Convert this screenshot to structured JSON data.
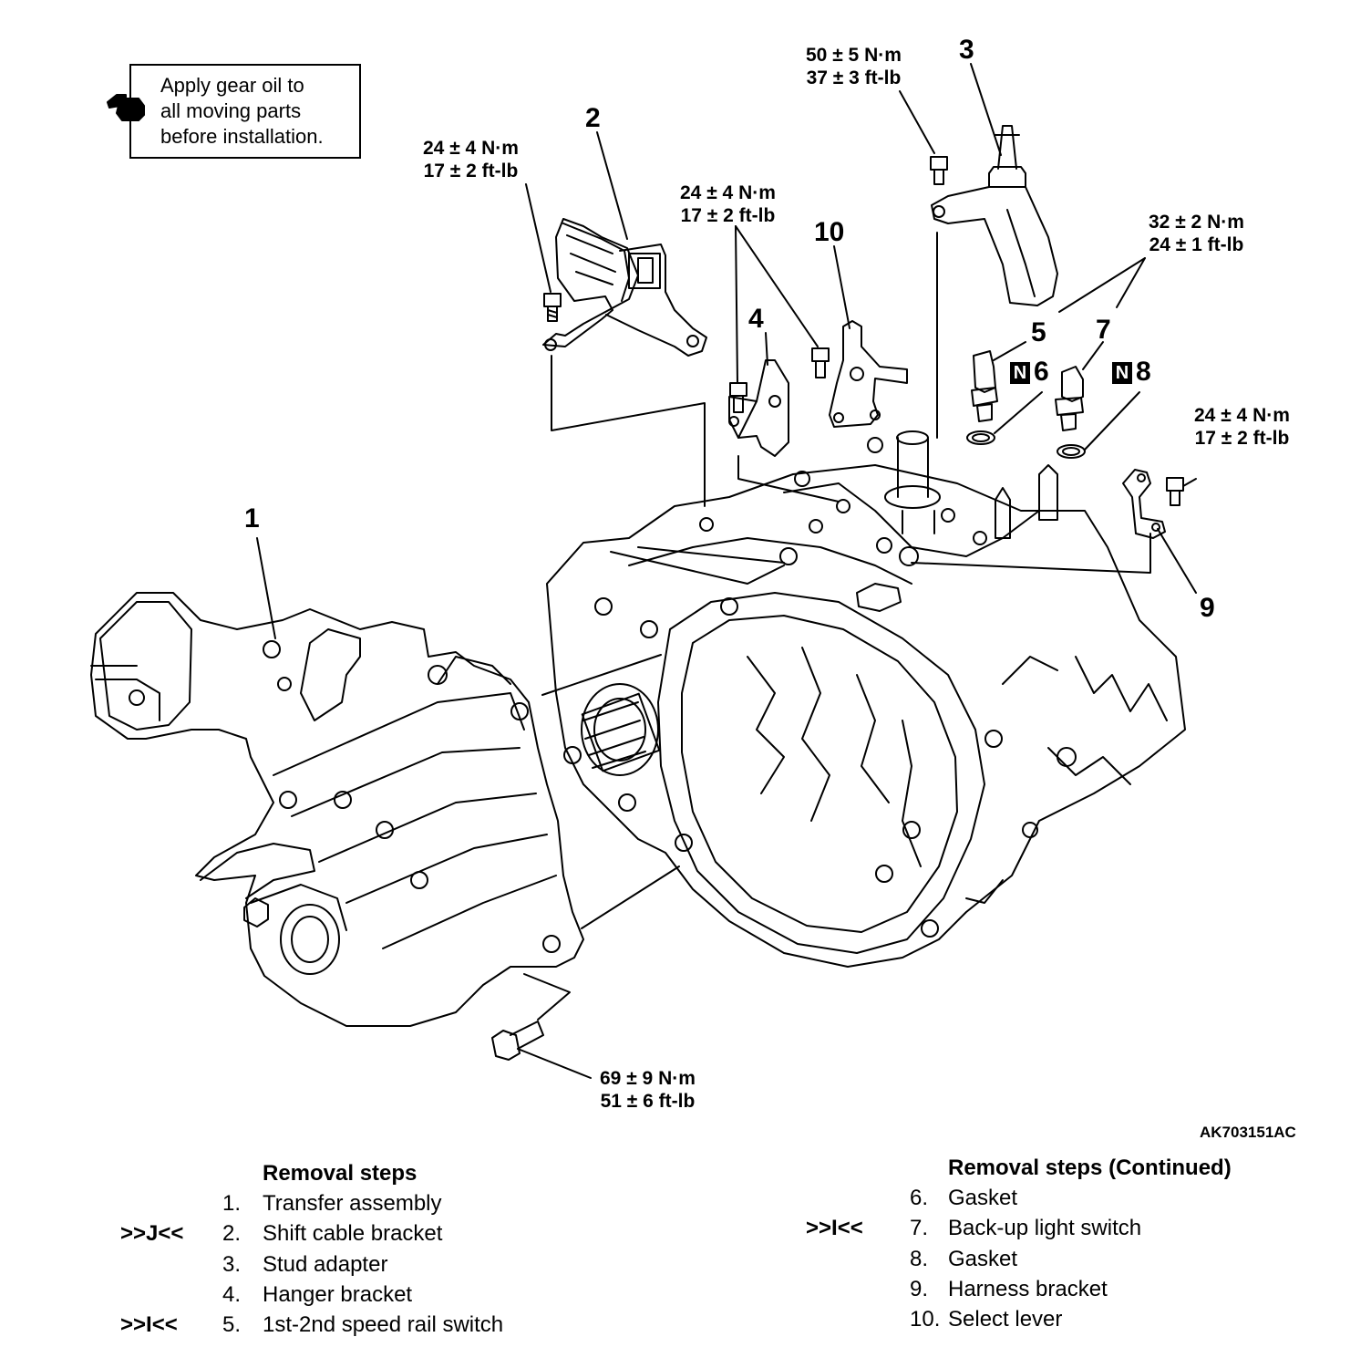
{
  "note": {
    "text_lines": [
      "Apply gear oil to",
      "all moving parts",
      "before installation."
    ],
    "icon": "oil-can-icon"
  },
  "labels": {
    "part1": "1",
    "part2": "2",
    "part3": "3",
    "part4": "4",
    "part5": "5",
    "part6": "6",
    "part7": "7",
    "part8": "8",
    "part9": "9",
    "part10": "10",
    "n_mark": "N"
  },
  "torques": {
    "t2": [
      "24 ± 4 N·m",
      "17 ± 2 ft-lb"
    ],
    "t3": [
      "50 ± 5 N·m",
      "37 ± 3 ft-lb"
    ],
    "t4_10": [
      "24 ± 4 N·m",
      "17 ± 2 ft-lb"
    ],
    "t5_7": [
      "32 ± 2 N·m",
      "24 ± 1 ft-lb"
    ],
    "t9": [
      "24 ± 4 N·m",
      "17 ± 2 ft-lb"
    ],
    "t1": [
      "69 ± 9 N·m",
      "51 ± 6 ft-lb"
    ]
  },
  "figure_code": "AK703151AC",
  "removal_steps": {
    "title": "Removal steps",
    "items": [
      {
        "mark": "",
        "num": "1.",
        "text": "Transfer assembly"
      },
      {
        "mark": ">>J<<",
        "num": "2.",
        "text": "Shift cable bracket"
      },
      {
        "mark": "",
        "num": "3.",
        "text": "Stud adapter"
      },
      {
        "mark": "",
        "num": "4.",
        "text": "Hanger bracket"
      },
      {
        "mark": ">>I<<",
        "num": "5.",
        "text": "1st-2nd speed rail switch"
      }
    ]
  },
  "removal_steps_continued": {
    "title": "Removal steps (Continued)",
    "items": [
      {
        "mark": "",
        "num": "6.",
        "text": "Gasket"
      },
      {
        "mark": ">>I<<",
        "num": "7.",
        "text": "Back-up light switch"
      },
      {
        "mark": "",
        "num": "8.",
        "text": "Gasket"
      },
      {
        "mark": "",
        "num": "9.",
        "text": "Harness bracket"
      },
      {
        "mark": "",
        "num": "10.",
        "text": "Select lever"
      }
    ]
  }
}
